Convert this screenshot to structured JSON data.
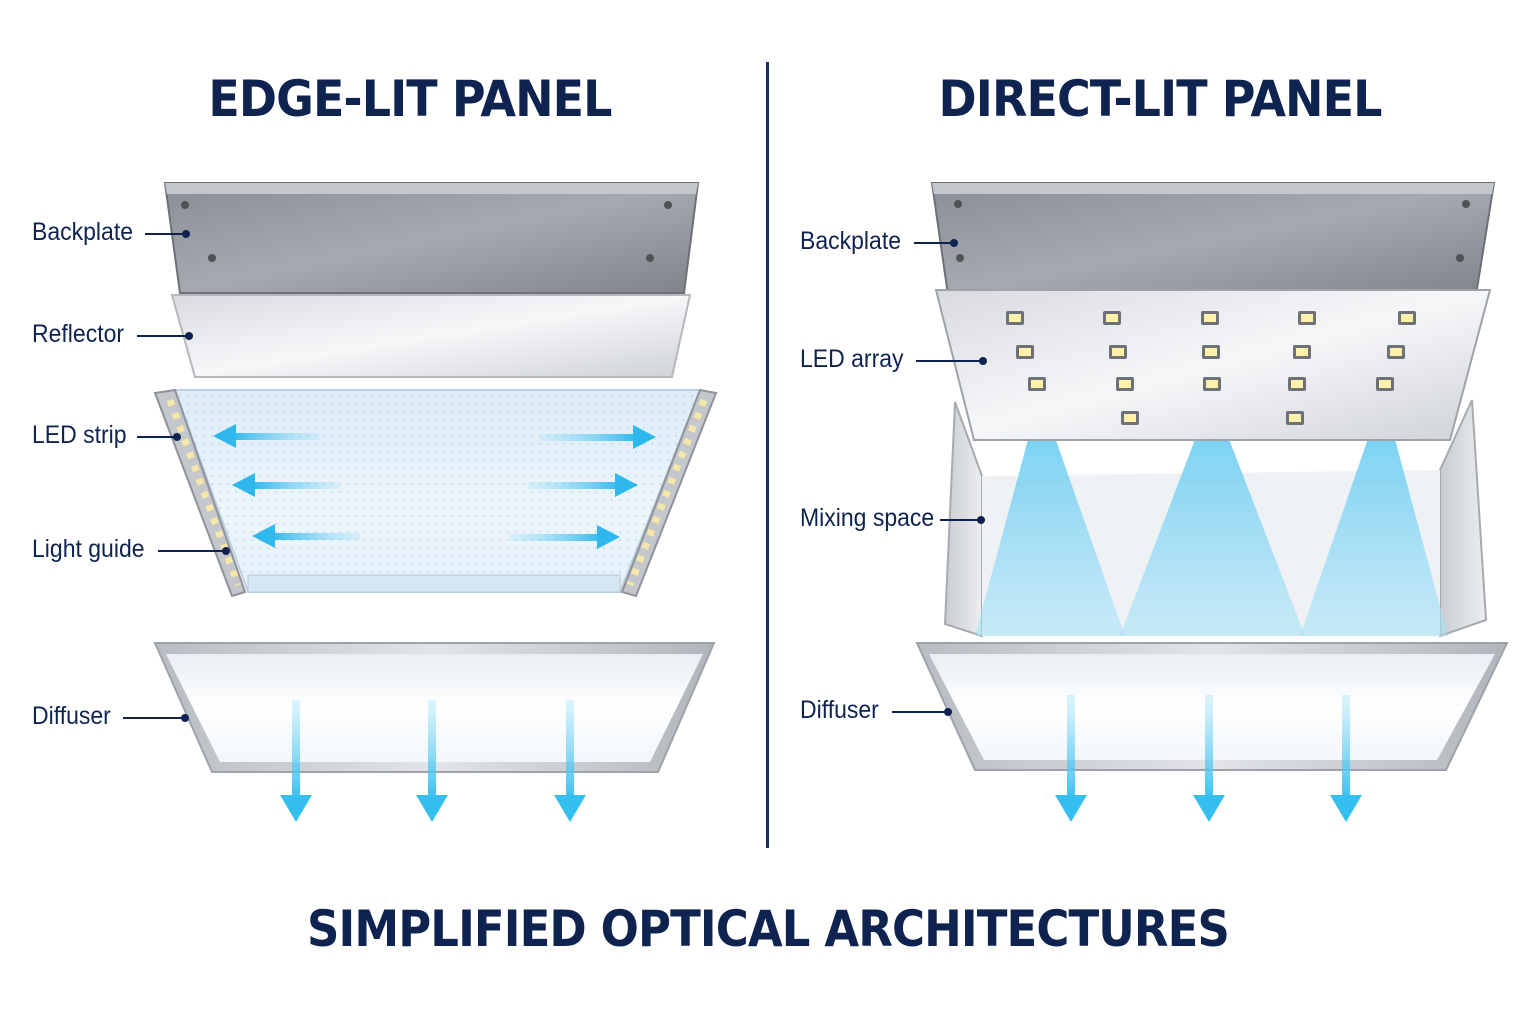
{
  "title_left": "EDGE-LIT PANEL",
  "title_right": "DIRECT-LIT PANEL",
  "bottom_title": "SIMPLIFIED OPTICAL ARCHITECTURES",
  "edge_labels": {
    "backplate": "Backplate",
    "reflector": "Reflector",
    "led_strip": "LED strip",
    "light_guide": "Light guide",
    "diffuser": "Diffuser"
  },
  "direct_labels": {
    "backplate": "Backplate",
    "led_array": "LED array",
    "mixing_space": "Mixing space",
    "diffuser": "Diffuser"
  },
  "colors": {
    "navy": "#0f2350",
    "light_blue": "#43c4f0",
    "metal": "#9a9ea4"
  }
}
